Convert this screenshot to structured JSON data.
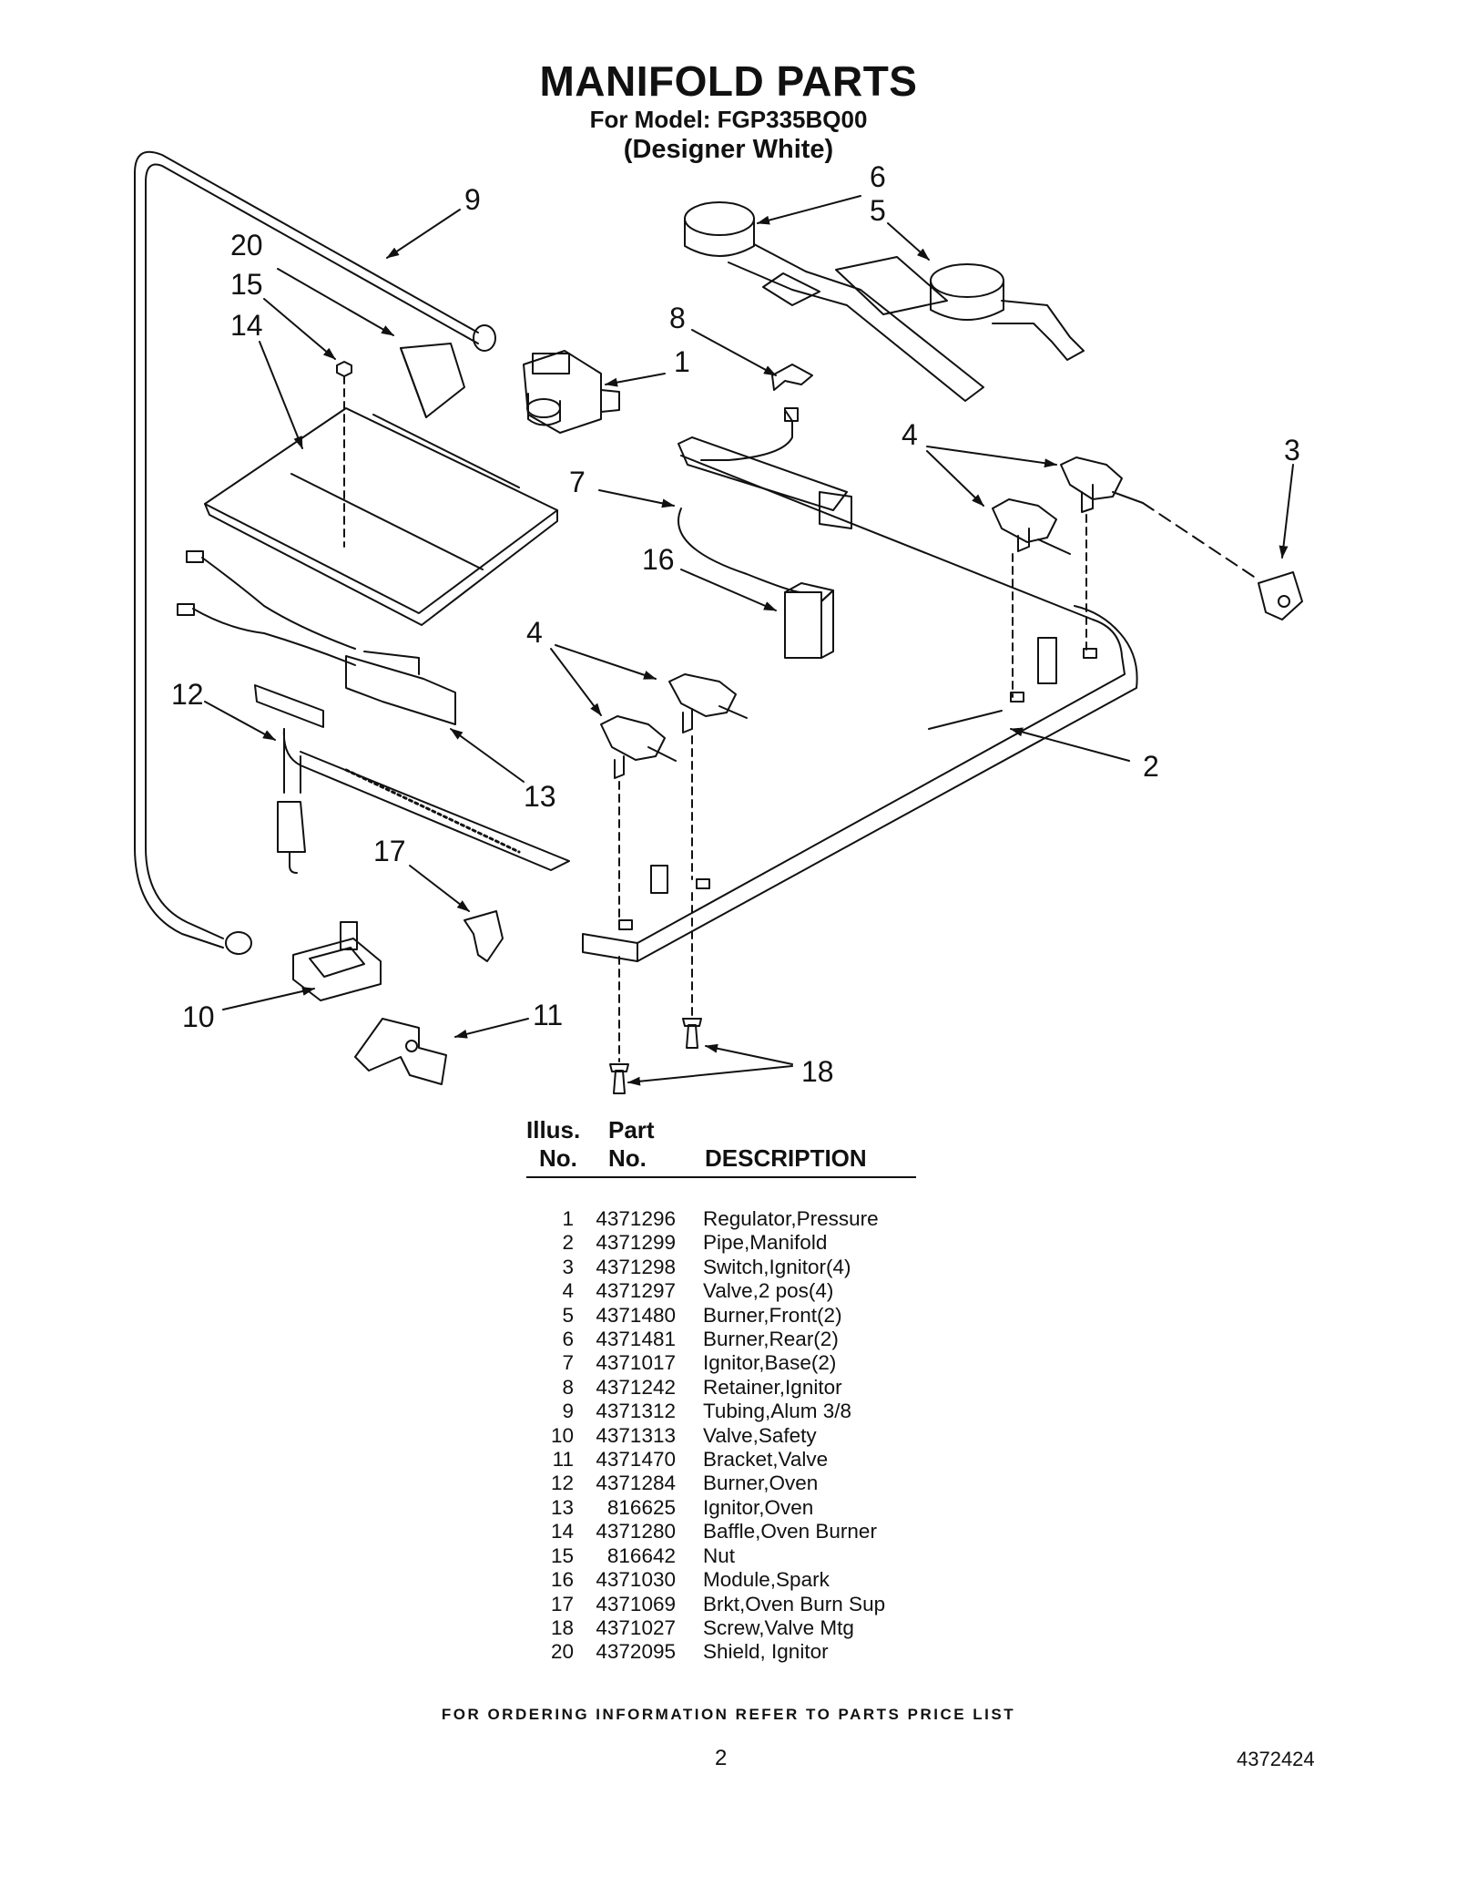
{
  "header": {
    "title": "MANIFOLD PARTS",
    "model": "For Model: FGP335BQ00",
    "color": "(Designer White)"
  },
  "diagram": {
    "callouts": [
      "9",
      "20",
      "15",
      "14",
      "6",
      "5",
      "8",
      "1",
      "4",
      "3",
      "7",
      "16",
      "4",
      "12",
      "13",
      "2",
      "17",
      "10",
      "11",
      "18"
    ]
  },
  "table": {
    "headers": {
      "illus_line1": "Illus.",
      "illus_line2": "No.",
      "part_line1": "Part",
      "part_line2": "No.",
      "description": "DESCRIPTION"
    },
    "rows": [
      {
        "illus": "1",
        "part": "4371296",
        "desc": "Regulator,Pressure"
      },
      {
        "illus": "2",
        "part": "4371299",
        "desc": "Pipe,Manifold"
      },
      {
        "illus": "3",
        "part": "4371298",
        "desc": "Switch,Ignitor(4)"
      },
      {
        "illus": "4",
        "part": "4371297",
        "desc": "Valve,2 pos(4)"
      },
      {
        "illus": "5",
        "part": "4371480",
        "desc": "Burner,Front(2)"
      },
      {
        "illus": "6",
        "part": "4371481",
        "desc": "Burner,Rear(2)"
      },
      {
        "illus": "7",
        "part": "4371017",
        "desc": "Ignitor,Base(2)"
      },
      {
        "illus": "8",
        "part": "4371242",
        "desc": "Retainer,Ignitor"
      },
      {
        "illus": "9",
        "part": "4371312",
        "desc": "Tubing,Alum 3/8"
      },
      {
        "illus": "10",
        "part": "4371313",
        "desc": "Valve,Safety"
      },
      {
        "illus": "11",
        "part": "4371470",
        "desc": "Bracket,Valve"
      },
      {
        "illus": "12",
        "part": "4371284",
        "desc": "Burner,Oven"
      },
      {
        "illus": "13",
        "part": "816625",
        "desc": "Ignitor,Oven"
      },
      {
        "illus": "14",
        "part": "4371280",
        "desc": "Baffle,Oven Burner"
      },
      {
        "illus": "15",
        "part": "816642",
        "desc": "Nut"
      },
      {
        "illus": "16",
        "part": "4371030",
        "desc": "Module,Spark"
      },
      {
        "illus": "17",
        "part": "4371069",
        "desc": "Brkt,Oven Burn Sup"
      },
      {
        "illus": "18",
        "part": "4371027",
        "desc": "Screw,Valve Mtg"
      },
      {
        "illus": "20",
        "part": "4372095",
        "desc": "Shield, Ignitor"
      }
    ]
  },
  "footer": {
    "note": "FOR ORDERING INFORMATION REFER TO PARTS PRICE LIST",
    "page_number": "2",
    "document_number": "4372424"
  }
}
